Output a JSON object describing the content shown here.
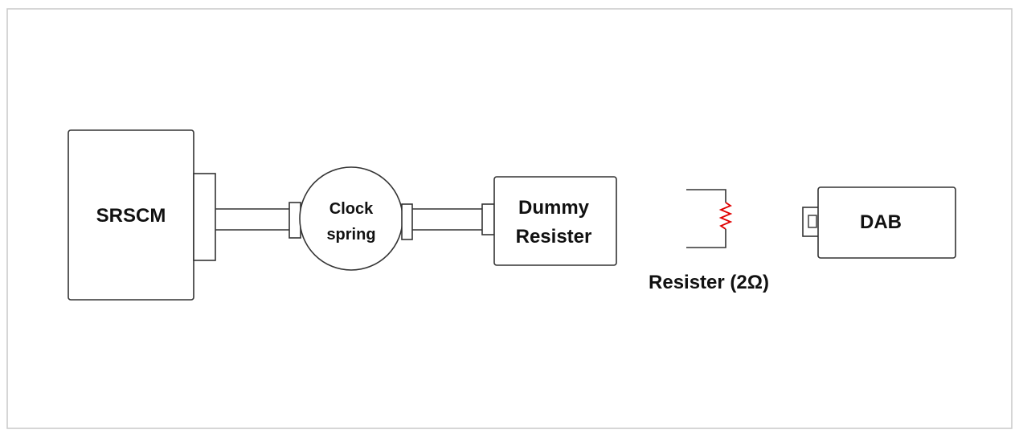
{
  "labels": {
    "srscm": "SRSCM",
    "clock_spring_line1": "Clock",
    "clock_spring_line2": "spring",
    "dummy_resister_line1": "Dummy",
    "dummy_resister_line2": "Resister",
    "resister_caption": "Resister (2Ω)",
    "dab": "DAB"
  },
  "colors": {
    "outline": "#333333",
    "frame": "#c8c8c8",
    "resistor_zigzag": "#e00000",
    "text": "#111111"
  }
}
